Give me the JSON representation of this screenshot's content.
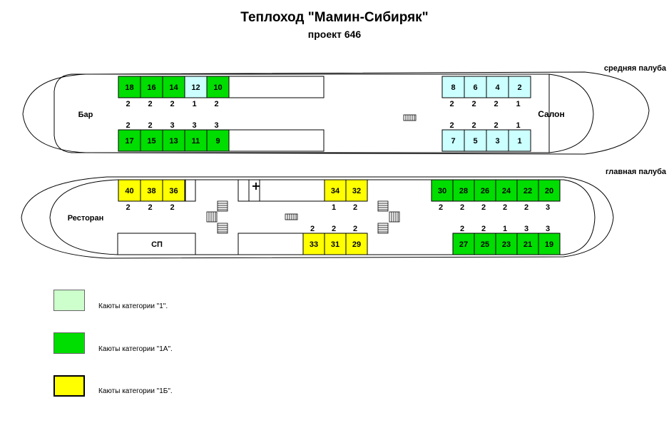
{
  "title": "Теплоход \"Мамин-Сибиряк\"",
  "subtitle": "проект 646",
  "colors": {
    "cat1": "#ccffff",
    "cat1a": "#00dd00",
    "cat1b": "#ffff00",
    "legend_cat1": "#ccffcc"
  },
  "middle_deck": {
    "label": "средняя палуба",
    "bar_label": "Бар",
    "salon_label": "Салон",
    "top_row_left": [
      {
        "num": "18",
        "cat": "1a",
        "berths": "2"
      },
      {
        "num": "16",
        "cat": "1a",
        "berths": "2"
      },
      {
        "num": "14",
        "cat": "1a",
        "berths": "2"
      },
      {
        "num": "12",
        "cat": "1",
        "berths": "1"
      },
      {
        "num": "10",
        "cat": "1a",
        "berths": "2"
      }
    ],
    "bottom_row_left": [
      {
        "num": "17",
        "cat": "1a",
        "berths": "2"
      },
      {
        "num": "15",
        "cat": "1a",
        "berths": "2"
      },
      {
        "num": "13",
        "cat": "1a",
        "berths": "3"
      },
      {
        "num": "11",
        "cat": "1a",
        "berths": "3"
      },
      {
        "num": "9",
        "cat": "1a",
        "berths": "3"
      }
    ],
    "top_row_right": [
      {
        "num": "8",
        "cat": "1",
        "berths": "2"
      },
      {
        "num": "6",
        "cat": "1",
        "berths": "2"
      },
      {
        "num": "4",
        "cat": "1",
        "berths": "2"
      },
      {
        "num": "2",
        "cat": "1",
        "berths": "1"
      }
    ],
    "bottom_row_right": [
      {
        "num": "7",
        "cat": "1",
        "berths": "2"
      },
      {
        "num": "5",
        "cat": "1",
        "berths": "2"
      },
      {
        "num": "3",
        "cat": "1",
        "berths": "2"
      },
      {
        "num": "1",
        "cat": "1",
        "berths": "1"
      }
    ]
  },
  "main_deck": {
    "label": "главная палуба",
    "restaurant_label": "Ресторан",
    "sp_label": "СП",
    "top_left": [
      {
        "num": "40",
        "cat": "1b",
        "berths": "2"
      },
      {
        "num": "38",
        "cat": "1b",
        "berths": "2"
      },
      {
        "num": "36",
        "cat": "1b",
        "berths": "2"
      }
    ],
    "top_mid": [
      {
        "num": "34",
        "cat": "1b",
        "berths": "1"
      },
      {
        "num": "32",
        "cat": "1b",
        "berths": "2"
      }
    ],
    "bottom_mid": [
      {
        "num": "33",
        "cat": "1b",
        "berths": "2"
      },
      {
        "num": "31",
        "cat": "1b",
        "berths": "2"
      },
      {
        "num": "29",
        "cat": "1b",
        "berths": "2"
      }
    ],
    "top_right": [
      {
        "num": "30",
        "cat": "1a",
        "berths": "2"
      },
      {
        "num": "28",
        "cat": "1a",
        "berths": "2"
      },
      {
        "num": "26",
        "cat": "1a",
        "berths": "2"
      },
      {
        "num": "24",
        "cat": "1a",
        "berths": "2"
      },
      {
        "num": "22",
        "cat": "1a",
        "berths": "2"
      },
      {
        "num": "20",
        "cat": "1a",
        "berths": "3"
      }
    ],
    "bottom_right": [
      {
        "num": "27",
        "cat": "1a",
        "berths": "2"
      },
      {
        "num": "25",
        "cat": "1a",
        "berths": "2"
      },
      {
        "num": "23",
        "cat": "1a",
        "berths": "1"
      },
      {
        "num": "21",
        "cat": "1a",
        "berths": "3"
      },
      {
        "num": "19",
        "cat": "1a",
        "berths": "3"
      }
    ]
  },
  "legend": [
    {
      "label": "Каюты категории \"1\".",
      "cat": "1"
    },
    {
      "label": "Каюты категории \"1А\".",
      "cat": "1a"
    },
    {
      "label": "Каюты категории \"1Б\".",
      "cat": "1b"
    }
  ]
}
